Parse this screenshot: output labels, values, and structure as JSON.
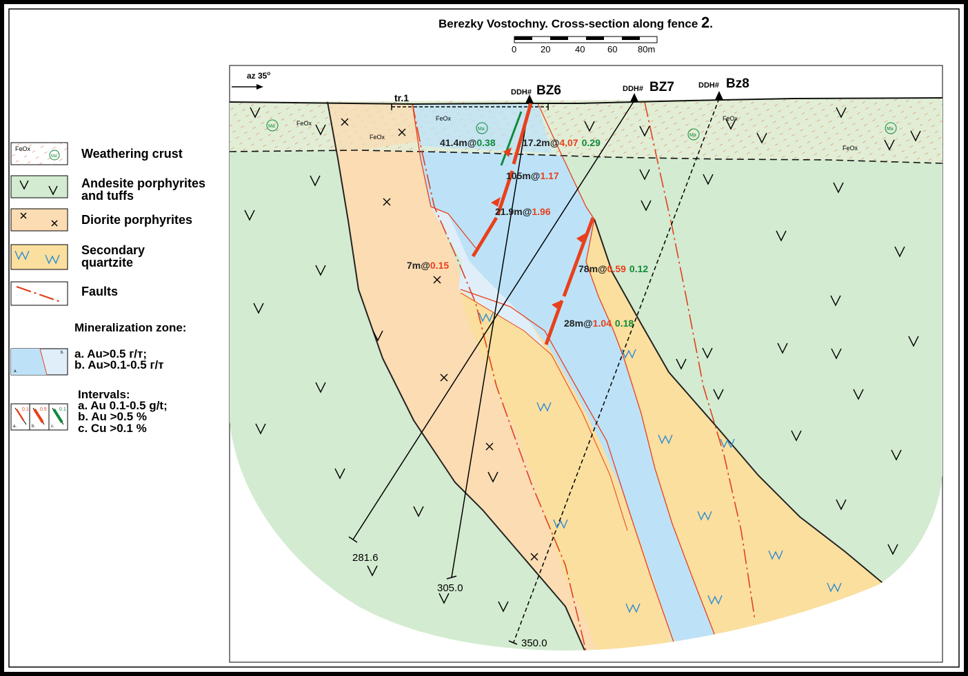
{
  "title": {
    "text": "Berezky Vostochny. Cross-section along fence ",
    "fence_number": "2",
    "end": "."
  },
  "scale_bar": {
    "ticks": [
      "0",
      "20",
      "40",
      "60",
      "80m"
    ]
  },
  "azimuth": {
    "label": "az 35",
    "degree_sign": "o"
  },
  "trench": {
    "label": "tr.1"
  },
  "drillholes": [
    {
      "prefix": "DDH#",
      "name": "BZ6",
      "depth": "305.0"
    },
    {
      "prefix": "DDH#",
      "name": "BZ7",
      "depth": "281.6"
    },
    {
      "prefix": "DDH#",
      "name": "Bz8",
      "depth": "350.0"
    }
  ],
  "intervals": [
    {
      "length": "41.4m@",
      "au": "",
      "cu": "0.38"
    },
    {
      "length": "17.2m@",
      "au": "4.07",
      "cu": "0.29"
    },
    {
      "length": "105m@",
      "au": "1.17",
      "cu": ""
    },
    {
      "length": "21.9m@",
      "au": "1.96",
      "cu": ""
    },
    {
      "length": "7m@",
      "au": "0.15",
      "cu": ""
    },
    {
      "length": "78m@",
      "au": "0.59",
      "cu": "0.12"
    },
    {
      "length": "28m@",
      "au": "1.04",
      "cu": "0.18"
    }
  ],
  "map_labels": {
    "feox": "FeOx",
    "ma": "Ma"
  },
  "legend": {
    "weathering": {
      "label": "Weathering crust",
      "box_feox": "FeOx",
      "box_ma": "Ma"
    },
    "andesite": {
      "line1": "Andesite porphyrites",
      "line2": "and tuffs"
    },
    "diorite": {
      "label": "Diorite porphyrites"
    },
    "quartzite": {
      "line1": "Secondary",
      "line2": "quartzite"
    },
    "faults": {
      "label": "Faults"
    },
    "mineralization": {
      "title": "Mineralization zone:",
      "a": "a. Au>0.5 г/т;",
      "b": "b. Au>0.1-0.5 г/т",
      "box_a": "a.",
      "box_b": "b."
    },
    "intervals": {
      "title": "Intervals:",
      "a": "a. Au 0.1-0.5 g/t;",
      "b": "b. Au >0.5 %",
      "c": "c. Cu >0.1 %",
      "box_a": "a.",
      "box_b": "b.",
      "box_c": "c.",
      "val_a": "0.1",
      "val_b": "0.5",
      "val_c": "0.1"
    }
  },
  "colors": {
    "andesite": "#d3ebd0",
    "weathering": "#e3efd6",
    "diorite": "#fbdcb3",
    "quartzite": "#fbdf9e",
    "mineral_a": "#bde2f7",
    "mineral_b": "#e0eef9",
    "gold": "#e8401c",
    "copper": "#0f8a3c",
    "fault": "#e0401c"
  }
}
